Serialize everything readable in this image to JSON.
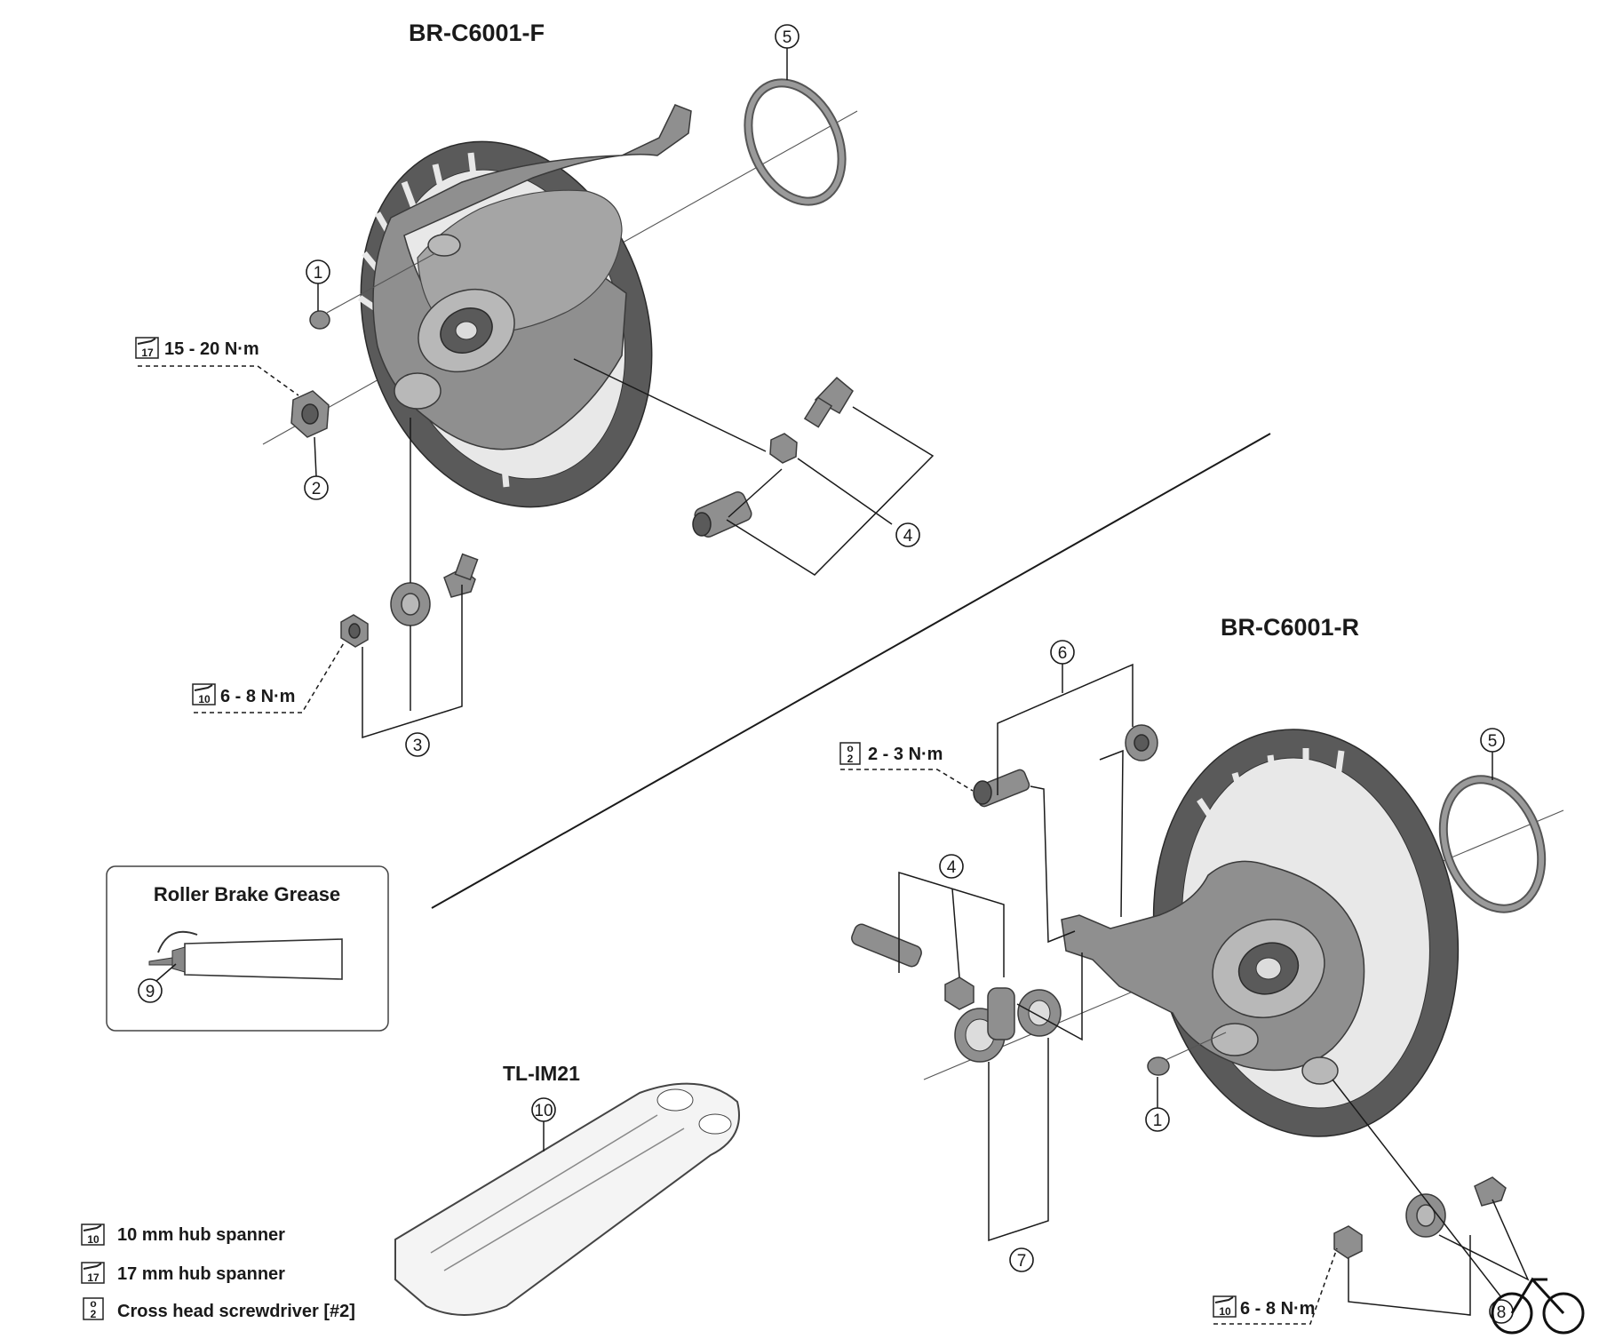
{
  "front_title": "BR-C6001-F",
  "rear_title": "BR-C6001-R",
  "tool_title": "TL-IM21",
  "grease_box": {
    "title": "Roller Brake Grease",
    "part_number": "9"
  },
  "torque": {
    "front_axle_nut": {
      "tool": "17",
      "value": "15 - 20 N·m"
    },
    "front_small_nut": {
      "tool": "10",
      "value": "6 - 8 N·m"
    },
    "rear_small_nut": {
      "tool": "10",
      "value": "6 - 8 N·m"
    },
    "rear_bolt": {
      "tool": "2",
      "value": "2 - 3 N·m"
    }
  },
  "callouts": {
    "front": [
      "1",
      "2",
      "3",
      "4",
      "5"
    ],
    "rear": [
      "1",
      "4",
      "5",
      "6",
      "7",
      "8"
    ],
    "tool": "10"
  },
  "legend": [
    {
      "tool": "10",
      "label": "10 mm hub spanner"
    },
    {
      "tool": "17",
      "label": "17 mm hub spanner"
    },
    {
      "tool": "2",
      "label": "Cross head screwdriver [#2]"
    }
  ],
  "colors": {
    "part_fill": "#8f8f8f",
    "part_dark": "#5a5a5a",
    "line": "#1a1a1a",
    "background": "#ffffff"
  },
  "icons": {
    "hub_spanner": "hub-spanner-icon",
    "screwdriver": "screwdriver-icon",
    "logo": "bicycle-logo-icon"
  }
}
